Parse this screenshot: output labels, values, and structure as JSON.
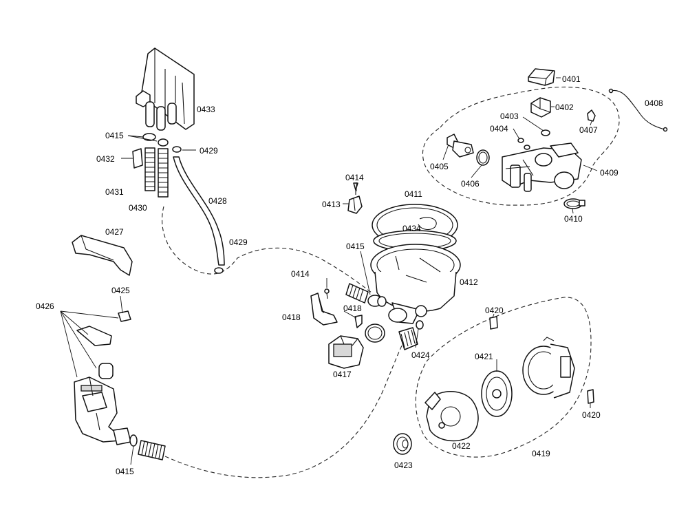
{
  "callouts": {
    "c0401": "0401",
    "c0402": "0402",
    "c0403": "0403",
    "c0404": "0404",
    "c0405": "0405",
    "c0406": "0406",
    "c0407": "0407",
    "c0408": "0408",
    "c0409": "0409",
    "c0410": "0410",
    "c0411": "0411",
    "c0412": "0412",
    "c0413": "0413",
    "c0414a": "0414",
    "c0414b": "0414",
    "c0415a": "0415",
    "c0415b": "0415",
    "c0415c": "0415",
    "c0417": "0417",
    "c0418a": "0418",
    "c0418b": "0418",
    "c0419": "0419",
    "c0420a": "0420",
    "c0420b": "0420",
    "c0421": "0421",
    "c0422": "0422",
    "c0423": "0423",
    "c0424": "0424",
    "c0425": "0425",
    "c0426": "0426",
    "c0427": "0427",
    "c0428": "0428",
    "c0429a": "0429",
    "c0429b": "0429",
    "c0430": "0430",
    "c0431": "0431",
    "c0432": "0432",
    "c0433": "0433",
    "c0434": "0434"
  },
  "colors": {
    "line": "#111111",
    "fill": "#ffffff",
    "shade": "#d8d8d8"
  }
}
